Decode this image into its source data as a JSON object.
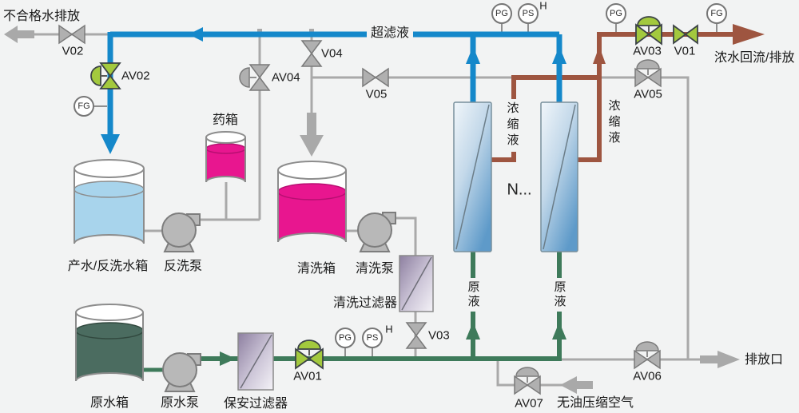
{
  "labels": {
    "unqualified_water_discharge": "不合格水排放",
    "ultrafiltrate": "超滤液",
    "concentrate_return_discharge": "浓水回流/排放",
    "drug_tank": "药箱",
    "product_backwash_tank": "产水/反洗水箱",
    "backwash_pump": "反洗泵",
    "cleaning_tank": "清洗箱",
    "cleaning_pump": "清洗泵",
    "cleaning_filter": "清洗过滤器",
    "raw_water_tank": "原水箱",
    "raw_water_pump": "原水泵",
    "security_filter": "保安过滤器",
    "concentrate_left": "浓缩液",
    "concentrate_right": "浓缩液",
    "raw_liquid_left": "原液",
    "raw_liquid_right": "原液",
    "membrane_count": "N...",
    "discharge_port": "排放口",
    "oil_free_compressed_air": "无油压缩空气"
  },
  "valves": {
    "v01": "V01",
    "v02": "V02",
    "v03": "V03",
    "v04": "V04",
    "v05": "V05",
    "av01": "AV01",
    "av02": "AV02",
    "av03": "AV03",
    "av04": "AV04",
    "av05": "AV05",
    "av06": "AV06",
    "av07": "AV07"
  },
  "gauges": {
    "fg_left": "FG",
    "pg_top": "PG",
    "ps_top": "PS",
    "h_top": "H",
    "pg_concentrate": "PG",
    "fg_concentrate": "FG",
    "pg_feed": "PG",
    "ps_feed": "PS",
    "h_feed": "H"
  },
  "colors": {
    "background": "#f2f3f3",
    "pipe_permeate_blue": "#1588ca",
    "pipe_concentrate_brown": "#9e5540",
    "pipe_raw_green": "#3e7a5a",
    "pipe_gray": "#a9a9a9",
    "valve_green": "#a3c93e",
    "valve_gray": "#b0b0b0",
    "liquid_magenta": "#e8168f",
    "liquid_light_blue": "#a8d4ec",
    "liquid_dark_green": "#4b6c60",
    "membrane_blue": "#5e9ac9",
    "filter_purple": "#8d7fa0"
  }
}
